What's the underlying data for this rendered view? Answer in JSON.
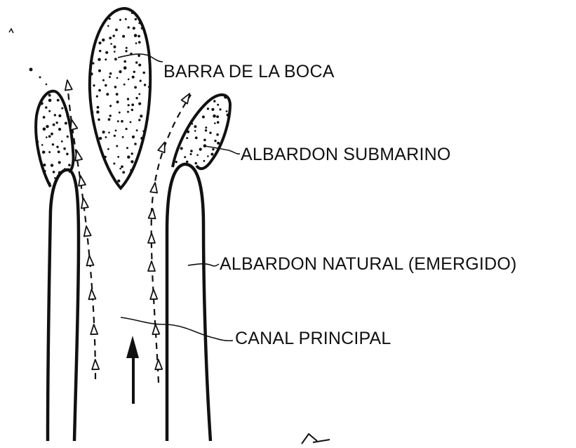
{
  "labels": {
    "barra_de_la_boca": "BARRA DE LA BOCA",
    "albardon_submarino": "ALBARDON SUBMARINO",
    "albardon_natural": "ALBARDON NATURAL (EMERGIDO)",
    "canal_principal": "CANAL PRINCIPAL"
  },
  "colors": {
    "ink": "#111111",
    "background": "#ffffff"
  }
}
